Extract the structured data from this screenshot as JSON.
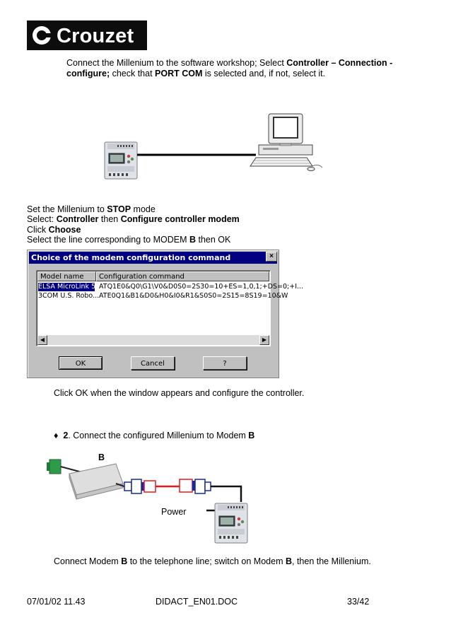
{
  "logo": {
    "text": "Crouzet"
  },
  "step1": {
    "l1_a": "Connect the Millenium to the software workshop; Select ",
    "l1_b": "Controller – Connection -",
    "l2_a": "configure;",
    "l2_b": " check that ",
    "l2_c": "PORT COM",
    "l2_d": " is selected and, if not, select it."
  },
  "instructions": {
    "l1_a": "Set the Millenium to ",
    "l1_b": "STOP",
    "l1_c": " mode",
    "l2_a": "Select: ",
    "l2_b": "Controller",
    "l2_c": " then ",
    "l2_d": "Configure controller modem",
    "l3_a": "Click ",
    "l3_b": "Choose",
    "l4_a": "Select the line corresponding to MODEM ",
    "l4_b": "B",
    "l4_c": " then OK"
  },
  "dialog": {
    "title": "Choice of the modem configuration command",
    "close": "×",
    "col_model": "Model name",
    "col_config": "Configuration command",
    "rows": [
      {
        "model": "ELSA MicroLink 5...",
        "command": "ATQ1E0&Q0\\G1\\V0&D0S0=2S30=10+ES=1,0,1;+DS=0;+I..."
      },
      {
        "model": "3COM U.S. Robo...",
        "command": "ATE0Q1&B1&D0&H0&I0&R1&S0S0=2S15=8S19=10&W"
      }
    ],
    "ok": "OK",
    "cancel": "Cancel",
    "help": "?"
  },
  "after_dialog": "Click OK when the window appears and configure the controller.",
  "step2": {
    "bullet": "♦",
    "num": "2",
    "text_a": ". Connect the configured Millenium to Modem ",
    "text_b": "B"
  },
  "diagram2": {
    "modem_label": "B",
    "power_label": "Power"
  },
  "final": {
    "a": "Connect Modem ",
    "b": "B",
    "c": " to the telephone line; switch on Modem ",
    "d": "B",
    "e": ", then the Millenium."
  },
  "footer": {
    "date": "07/01/02 11.43",
    "doc": "DIDACT_EN01.DOC",
    "page": "33/42"
  },
  "colors": {
    "titlebar": "#000080",
    "cable_red": "#e21b1b",
    "cable_blue": "#1a2a9a",
    "modem_green": "#2e9b4a"
  }
}
